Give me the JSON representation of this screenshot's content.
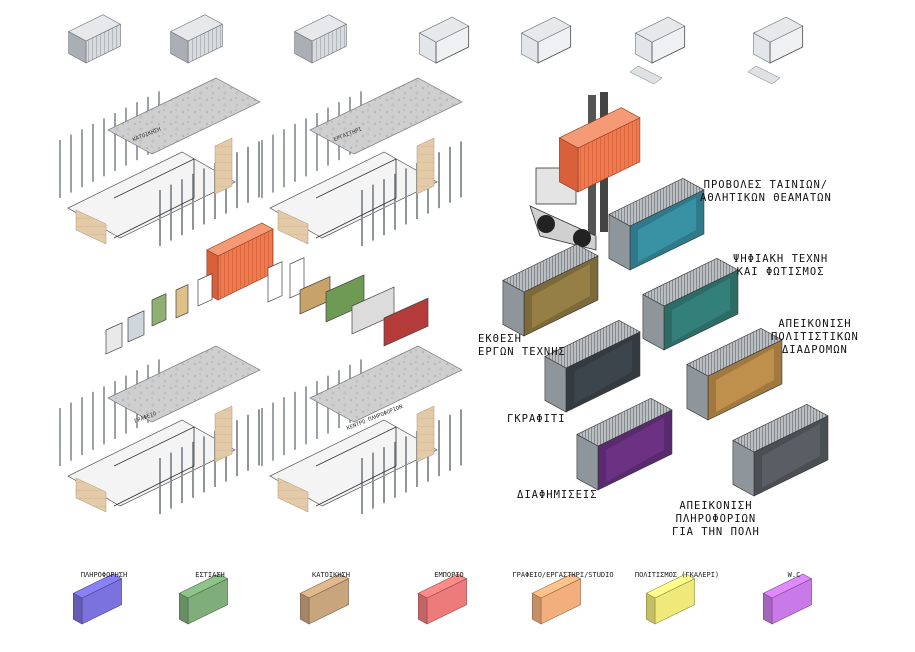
{
  "module_tags": {
    "housing": "ΚΑΤΟΙΚΗΣΗ",
    "workshop": "ΕΡΓΑΣΤΗΡΙ",
    "office": "ΓΡΑΦΕΙΟ",
    "info_center": "ΚΕΝΤΡΟ ΠΛΗΡΟΦΟΡΙΩΝ"
  },
  "uses": {
    "screenings": "ΠΡΟΒΟΛΕΣ ΤΑΙΝΙΩΝ/\nΑΘΛΗΤΙΚΩΝ ΘΕΑΜΑΤΩΝ",
    "digital_art": "ΨΗΦΙΑΚΗ ΤΕΧΝΗ\nΚΑΙ ΦΩΤΙΣΜΟΣ",
    "art_exhibition": "ΕΚΘΕΣΗ\nΕΡΓΩΝ ΤΕΧΝΗΣ",
    "cultural_routes": "ΑΠΕΙΚΟΝΙΣΗ\nΠΟΛΙΤΙΣΤΙΚΩΝ\nΔΙΑΔΡΟΜΩΝ",
    "graffiti": "ΓΚΡΑΦΙΤΙ",
    "advertising": "ΔΙΑΦΗΜΙΣΕΙΣ",
    "city_info": "ΑΠΕΙΚΟΝΙΣΗ\nΠΛΗΡΟΦΟΡΙΩΝ\nΓΙΑ ΤΗΝ ΠΟΛΗ"
  },
  "legend": [
    {
      "label": "ΠΛΗΡΟΦΟΡΗΣΗ",
      "color": "#7b72dd"
    },
    {
      "label": "ΕΣΤΙΑΣΗ",
      "color": "#7fae7a"
    },
    {
      "label": "ΚΑΤΟΙΚΗΣΗ",
      "color": "#c9a57e"
    },
    {
      "label": "ΕΜΠΟΡΙΟ",
      "color": "#ee7b7b"
    },
    {
      "label": "ΓΡΑΦΕΙΟ/ΕΡΓΑΣΤΗΡΙ/STUDIO",
      "color": "#f2ae7c"
    },
    {
      "label": "ΠΟΛΙΤΙΣΜΟΣ (ΓΚΑΛΕΡΙ)",
      "color": "#efe97a"
    },
    {
      "label": "W.C",
      "color": "#c97ae8"
    }
  ],
  "colors": {
    "container_orange": "#f07a4f",
    "concrete": "#c9c9c9",
    "wood": "#e2c8a6",
    "steel": "#9aa0a6",
    "line": "#3a3a3a"
  }
}
